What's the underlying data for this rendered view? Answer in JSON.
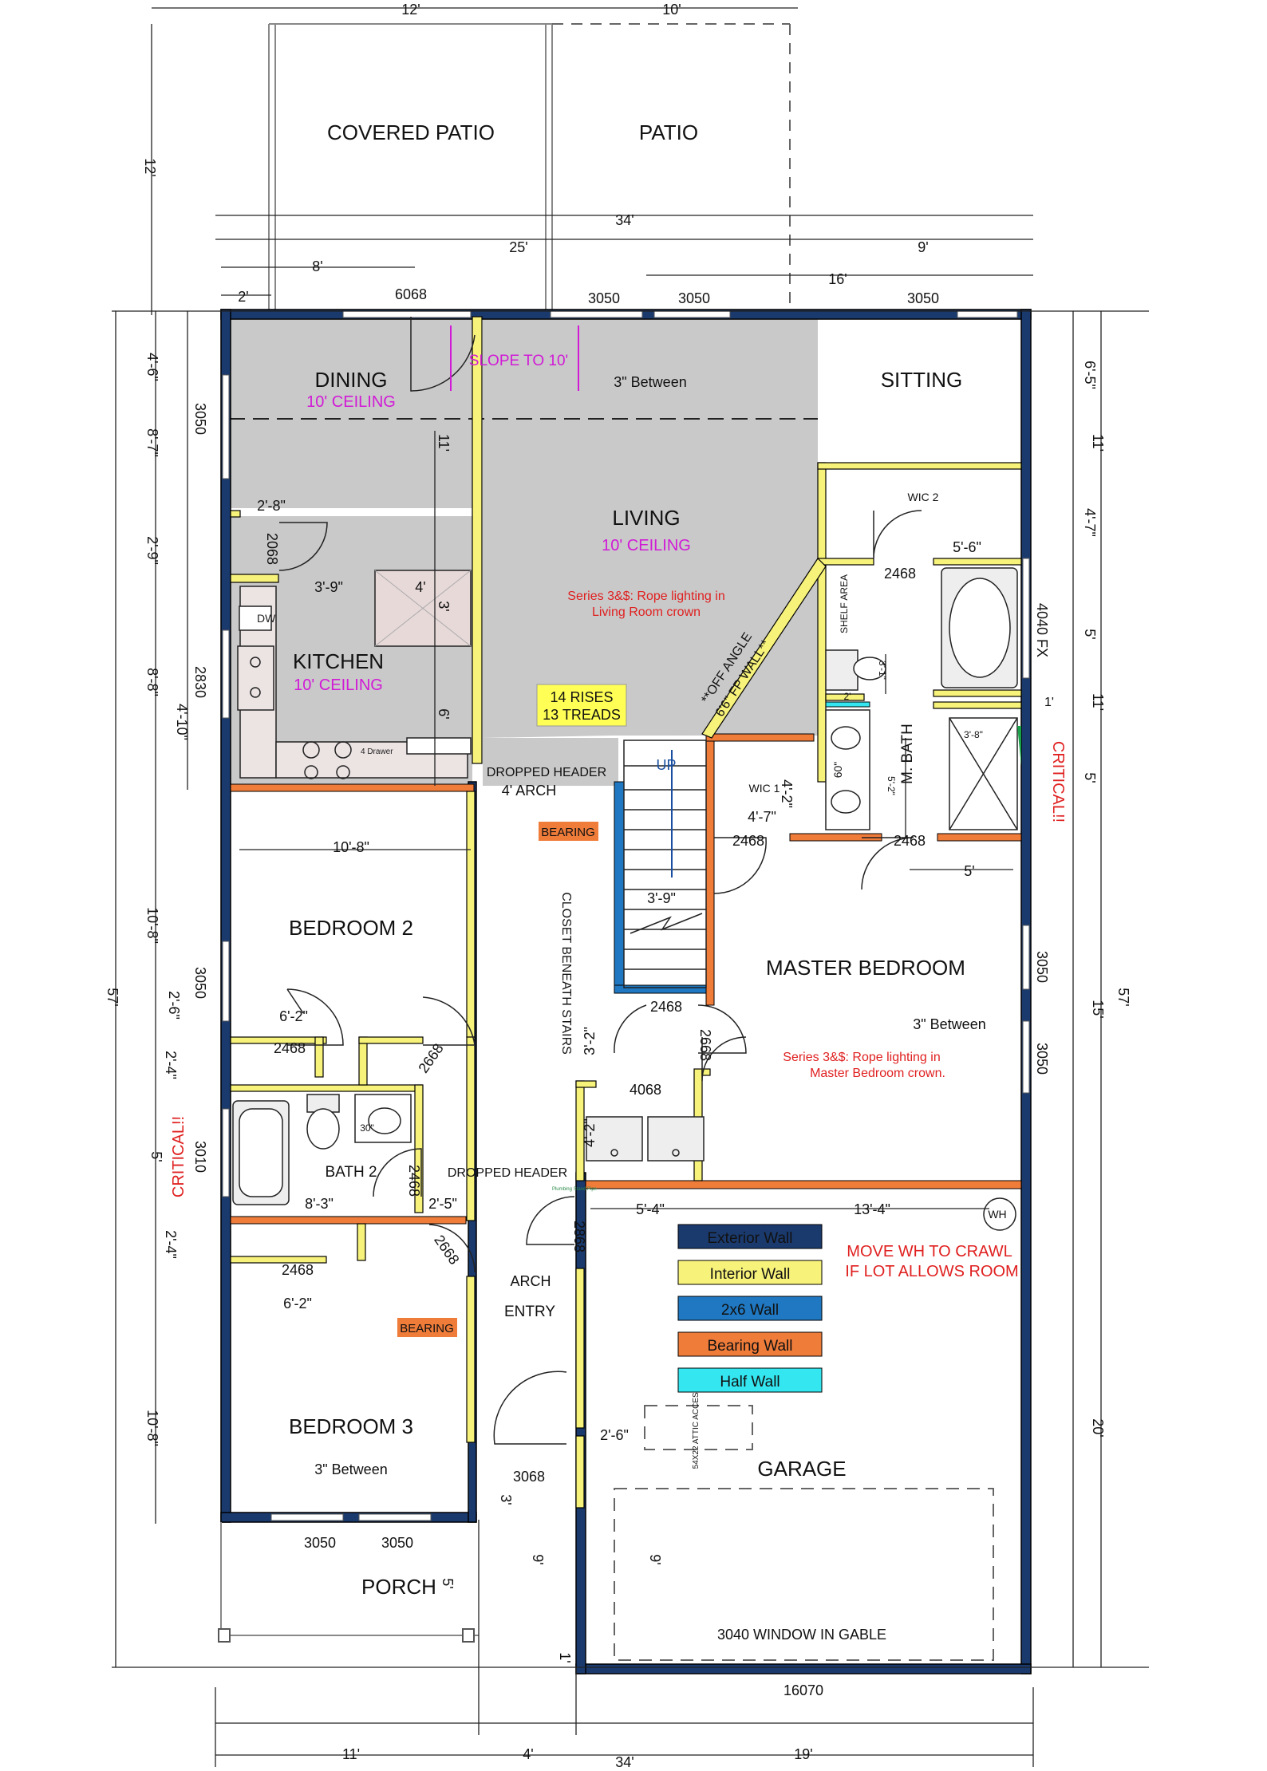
{
  "rooms": {
    "covered_patio": "COVERED PATIO",
    "patio": "PATIO",
    "dining": "DINING",
    "dining_ceiling": "10' CEILING",
    "sitting": "SITTING",
    "living": "LIVING",
    "living_ceiling": "10' CEILING",
    "kitchen": "KITCHEN",
    "kitchen_ceiling": "10' CEILING",
    "bedroom2": "BEDROOM 2",
    "bedroom3": "BEDROOM 3",
    "master": "MASTER BEDROOM",
    "bath2": "BATH 2",
    "mbath": "M. BATH",
    "garage": "GARAGE",
    "porch": "PORCH",
    "entry": "ENTRY",
    "wic1": "WIC 1",
    "wic2": "WIC 2",
    "shelf": "SHELF AREA"
  },
  "notes": {
    "slope": "SLOPE TO 10'",
    "living_rope_1": "Series 3&$: Rope lighting in",
    "living_rope_2": "Living Room crown",
    "master_rope_1": "Series 3&$: Rope lighting in",
    "master_rope_2": "Master Bedroom crown.",
    "rises": "14 RISES",
    "treads": "13 TREADS",
    "off_angle_1": "**OFF ANGLE",
    "off_angle_2": "6'6\" FP WALL**",
    "dropped_header_1": "DROPPED HEADER",
    "dropped_header_2": "DROPPED HEADER",
    "arch_4": "4' ARCH",
    "arch": "ARCH",
    "bearing": "BEARING",
    "closet_stairs": "CLOSET BENEATH STAIRS",
    "up": "UP",
    "critical": "CRITICAL!!",
    "wh_1": "MOVE WH TO CRAWL",
    "wh_2": "IF LOT ALLOWS ROOM",
    "wh": "WH",
    "attic": "54X22 ATTIC ACCESS",
    "gable": "3040 WINDOW IN GABLE",
    "between": "3\" Between",
    "fx": "4040 FX",
    "dw": "DW",
    "four_drawer": "4 Drawer",
    "plumbing": "Plumbing Stand Pipe"
  },
  "legend": [
    {
      "label": "Exterior Wall",
      "color": "#1a3a6e"
    },
    {
      "label": "Interior Wall",
      "color": "#f7f27a"
    },
    {
      "label": "2x6 Wall",
      "color": "#1f78c1"
    },
    {
      "label": "Bearing Wall",
      "color": "#f07c3a"
    },
    {
      "label": "Half Wall",
      "color": "#33e6f0"
    }
  ],
  "dims": {
    "d12": "12'",
    "d10": "10'",
    "d34": "34'",
    "d25": "25'",
    "d9": "9'",
    "d8": "8'",
    "d16": "16'",
    "d2": "2'",
    "d4_6": "4'-6\"",
    "d8_7": "8'-7\"",
    "d2_9": "2'-9\"",
    "d8_8": "8'-8\"",
    "d4_10": "4'-10\"",
    "d10_8": "10'-8\"",
    "d2_6": "2'-6\"",
    "d2_4": "2'-4\"",
    "d5": "5'",
    "d57": "57'",
    "d6_5": "6'-5\"",
    "d11": "11'",
    "d4_7": "4'-7\"",
    "d15": "15'",
    "d20": "20'",
    "d2_8": "2'-8\"",
    "d3_9": "3'-9\"",
    "d4": "4'",
    "d3": "3'",
    "d6": "6'",
    "d10_8b": "10'-8\"",
    "d6_2": "6'-2\"",
    "d8_3": "8'-3\"",
    "d2_5": "2'-5\"",
    "d5_4": "5'-4\"",
    "d13_4": "13'-4\"",
    "d5_6": "5'-6\"",
    "d4_2": "4'-2\"",
    "d4_7b": "4'-7\"",
    "d3_2": "3'-2\"",
    "d2_6b": "2'-6\"",
    "d1": "1'",
    "d9b": "9'",
    "d19": "19'",
    "d3_8": "3'-8\"",
    "d5_2": "5'-2\"",
    "d3_1": "3'-1\"",
    "d60": "60\"",
    "d30": "30\""
  },
  "openings": {
    "w6068": "6068",
    "w3050": "3050",
    "w2468": "2468",
    "w2068": "2068",
    "w2830": "2830",
    "w4068": "4068",
    "w2668": "2668",
    "w3010": "3010",
    "w2868": "2868",
    "w3068": "3068",
    "w16070": "16070"
  }
}
